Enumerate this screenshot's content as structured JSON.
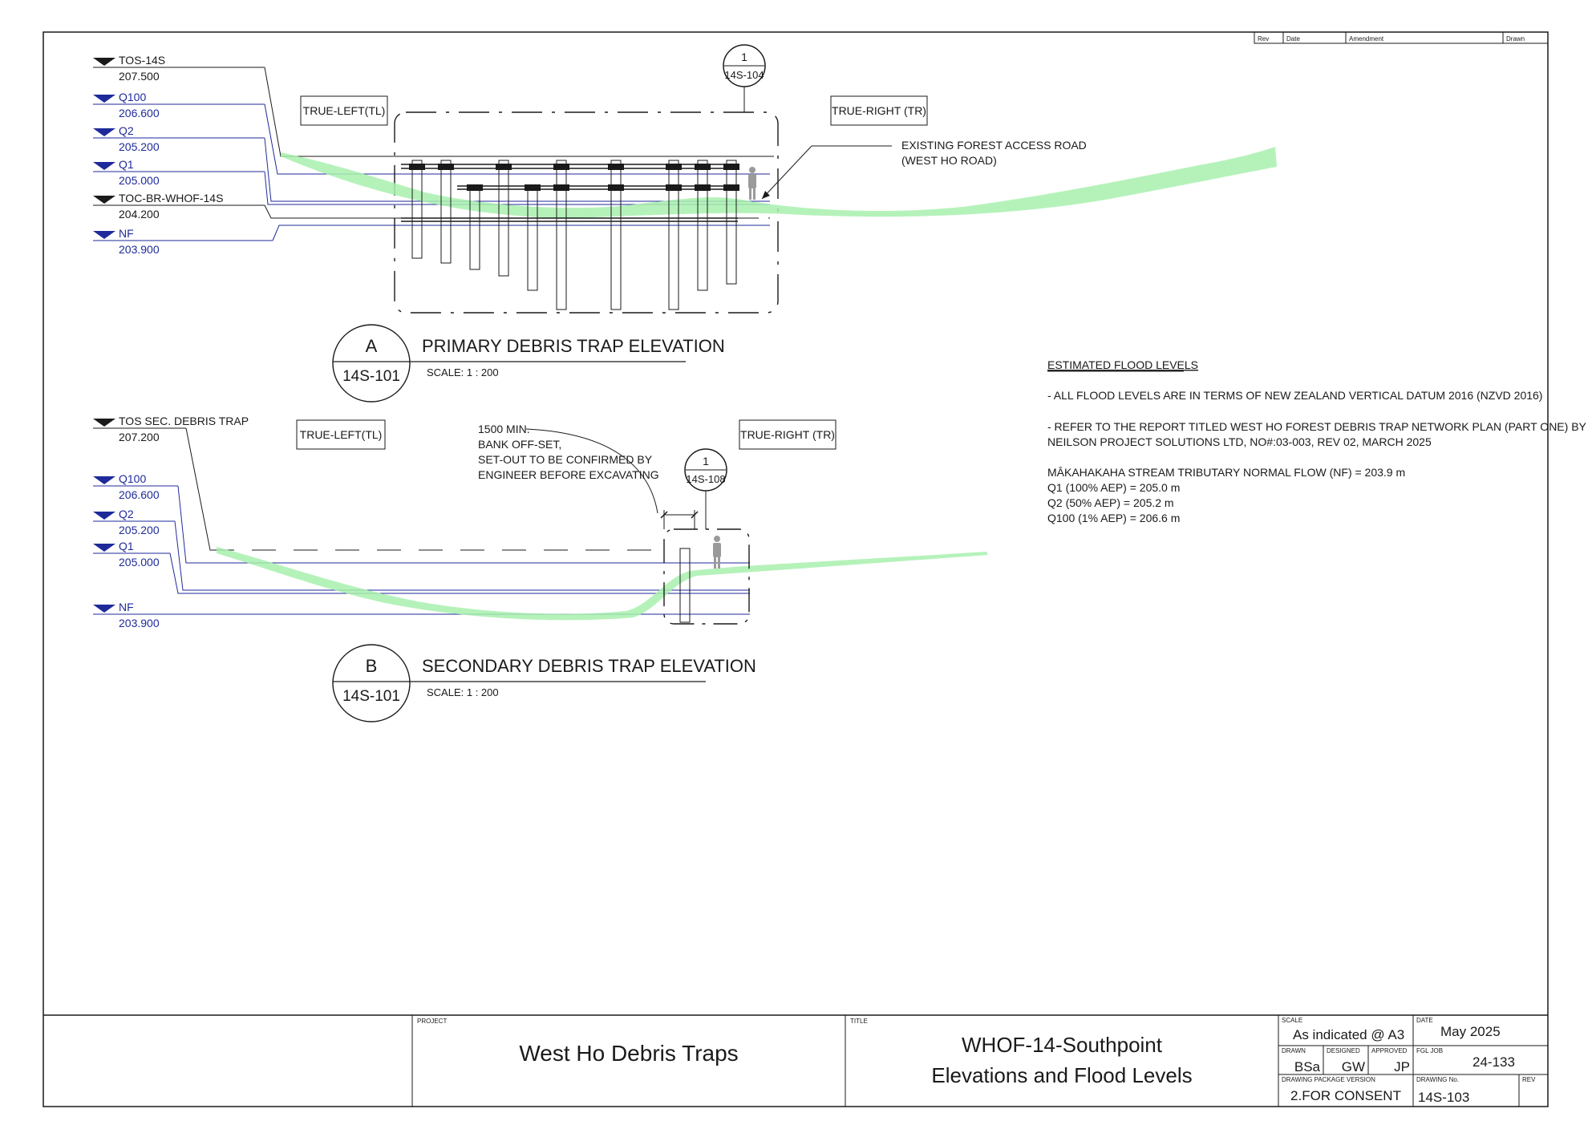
{
  "revision_table": {
    "headers": [
      "Rev",
      "Date",
      "Amendment",
      "Drawn"
    ]
  },
  "elevation_a": {
    "bubble_letter": "A",
    "bubble_ref": "14S-101",
    "title": "PRIMARY DEBRIS TRAP ELEVATION",
    "scale": "SCALE:   1 : 200",
    "section_marker_num": "1",
    "section_marker_ref": "14S-104",
    "tl_label": "TRUE-LEFT(TL)",
    "tr_label": "TRUE-RIGHT (TR)",
    "road_note_1": "EXISTING FOREST ACCESS ROAD",
    "road_note_2": "(WEST HO ROAD)",
    "levels": [
      {
        "name": "TOS-14S",
        "value": "207.500",
        "type": "structure"
      },
      {
        "name": "Q100",
        "value": "206.600",
        "type": "water"
      },
      {
        "name": "Q2",
        "value": "205.200",
        "type": "water"
      },
      {
        "name": "Q1",
        "value": "205.000",
        "type": "water"
      },
      {
        "name": "TOC-BR-WHOF-14S",
        "value": "204.200",
        "type": "structure"
      },
      {
        "name": "NF",
        "value": "203.900",
        "type": "water"
      }
    ]
  },
  "elevation_b": {
    "bubble_letter": "B",
    "bubble_ref": "14S-101",
    "title": "SECONDARY DEBRIS TRAP ELEVATION",
    "scale": "SCALE:   1 : 200",
    "section_marker_num": "1",
    "section_marker_ref": "14S-108",
    "tl_label": "TRUE-LEFT(TL)",
    "tr_label": "TRUE-RIGHT (TR)",
    "bank_note": [
      "1500 MIN.",
      "BANK OFF-SET,",
      "SET-OUT TO BE CONFIRMED BY",
      "ENGINEER BEFORE EXCAVATING"
    ],
    "levels": [
      {
        "name": "TOS SEC. DEBRIS TRAP",
        "value": "207.200",
        "type": "structure"
      },
      {
        "name": "Q100",
        "value": "206.600",
        "type": "water"
      },
      {
        "name": "Q2",
        "value": "205.200",
        "type": "water"
      },
      {
        "name": "Q1",
        "value": "205.000",
        "type": "water"
      },
      {
        "name": "NF",
        "value": "203.900",
        "type": "water"
      }
    ]
  },
  "notes": {
    "heading": "ESTIMATED FLOOD LEVELS",
    "lines": [
      "- ALL FLOOD LEVELS ARE IN TERMS OF NEW ZEALAND VERTICAL DATUM 2016 (NZVD 2016)",
      "- REFER TO THE REPORT TITLED WEST HO FOREST DEBRIS TRAP NETWORK PLAN (PART ONE) BY",
      "NEILSON PROJECT SOLUTIONS LTD, NO#:03-003, REV 02, MARCH 2025",
      "MĀKAHAKAHA STREAM TRIBUTARY NORMAL FLOW (NF) = 203.9 m",
      "Q1 (100% AEP) = 205.0 m",
      "Q2 (50% AEP) = 205.2 m",
      "Q100 (1% AEP) = 206.6 m"
    ]
  },
  "title_block": {
    "project_label": "PROJECT",
    "project": "West Ho Debris Traps",
    "title_label": "TITLE",
    "title_line1": "WHOF-14-Southpoint",
    "title_line2": "Elevations and Flood Levels",
    "scale_label": "SCALE",
    "scale": "As indicated @ A3",
    "date_label": "DATE",
    "date": "May 2025",
    "drawn_label": "DRAWN",
    "drawn": "BSa",
    "designed_label": "DESIGNED",
    "designed": "GW",
    "approved_label": "APPROVED",
    "approved": "JP",
    "job_label": "FGL JOB",
    "job": "24-133",
    "package_label": "DRAWING PACKAGE VERSION",
    "package": "2.FOR CONSENT",
    "drawing_no_label": "DRAWING No.",
    "drawing_no": "14S-103",
    "rev_label": "REV"
  },
  "colors": {
    "line": "#1a1a1a",
    "water": "#1f2a9a",
    "ground_green": "#7ee68a"
  }
}
